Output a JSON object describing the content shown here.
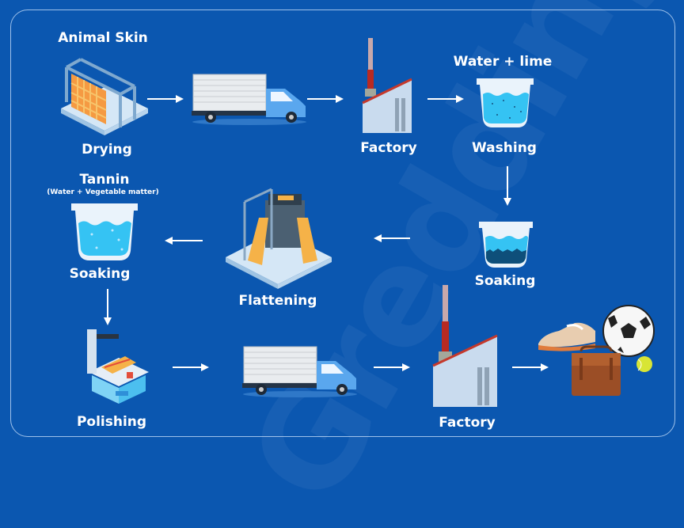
{
  "diagram": {
    "title_hidden": "",
    "watermark": "Gredding",
    "colors": {
      "background": "#0b57b0",
      "frame": "#9dc0ea",
      "text": "#ffffff",
      "water": "#35c3f3",
      "chimney_red": "#b82a22",
      "factory_wall": "#c9dbee"
    },
    "steps": [
      {
        "id": "drying",
        "label": "Drying",
        "top_label": "Animal Skin",
        "icon": "drying-rack-icon"
      },
      {
        "id": "truck1",
        "label": "",
        "icon": "truck-icon"
      },
      {
        "id": "factory1",
        "label": "Factory",
        "icon": "factory-icon"
      },
      {
        "id": "washing",
        "label": "Washing",
        "top_label": "Water + lime",
        "icon": "water-tub-icon"
      },
      {
        "id": "soaking1",
        "label": "Soaking",
        "icon": "water-tub-sediment-icon"
      },
      {
        "id": "flattening",
        "label": "Flattening",
        "icon": "flattening-machine-icon"
      },
      {
        "id": "soaking2",
        "label": "Soaking",
        "top_label": "Tannin",
        "sub_label": "(Water + Vegetable matter)",
        "icon": "water-tub-icon"
      },
      {
        "id": "polishing",
        "label": "Polishing",
        "icon": "polishing-machine-icon"
      },
      {
        "id": "truck2",
        "label": "",
        "icon": "truck-icon"
      },
      {
        "id": "factory2",
        "label": "Factory",
        "icon": "factory-icon"
      },
      {
        "id": "products",
        "label": "",
        "icon": "leather-products-icon",
        "items": [
          "shoes",
          "football",
          "briefcase",
          "tennis-ball"
        ]
      }
    ],
    "flow": [
      "drying",
      "truck1",
      "factory1",
      "washing",
      "soaking1",
      "flattening",
      "soaking2",
      "polishing",
      "truck2",
      "factory2",
      "products"
    ]
  }
}
